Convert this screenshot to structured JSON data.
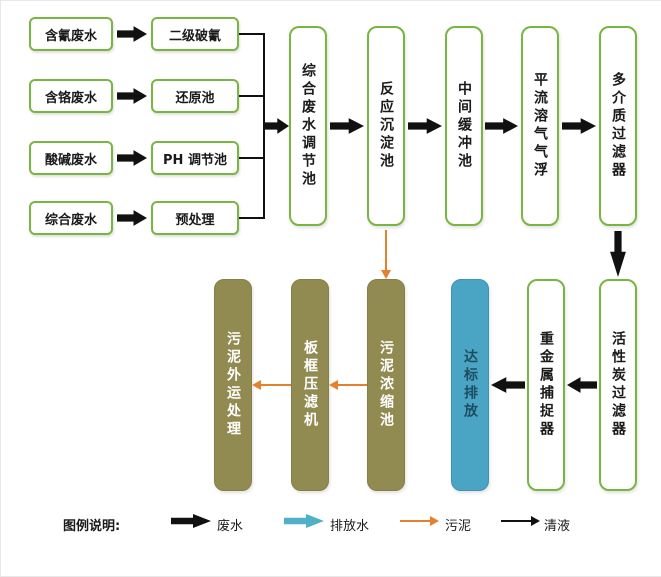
{
  "pairs": [
    {
      "source": "含氰废水",
      "target": "二级破氰"
    },
    {
      "source": "含铬废水",
      "target": "还原池"
    },
    {
      "source": "酸碱废水",
      "target": "PH 调节池"
    },
    {
      "source": "综合废水",
      "target": "预处理"
    }
  ],
  "main_chain": [
    "综合废水调节池",
    "反应沉淀池",
    "中间缓冲池",
    "平流溶气气浮",
    "多介质过滤器"
  ],
  "bottom_chain": [
    "污泥外运处理",
    "板框压滤机",
    "污泥浓缩池",
    "达标排放",
    "重金属捕捉器",
    "活性炭过滤器"
  ],
  "legend": {
    "title": "图例说明:",
    "wastewater": "废水",
    "discharge_water": "排放水",
    "sludge": "污泥",
    "clear_liquid": "清液"
  },
  "colors": {
    "green_border": "#79b541",
    "olive_fill": "#918b52",
    "teal_fill": "#4aa5c5",
    "teal_arrow": "#4fb0c6",
    "orange_arrow": "#e5802e",
    "black_arrow": "#111111"
  }
}
